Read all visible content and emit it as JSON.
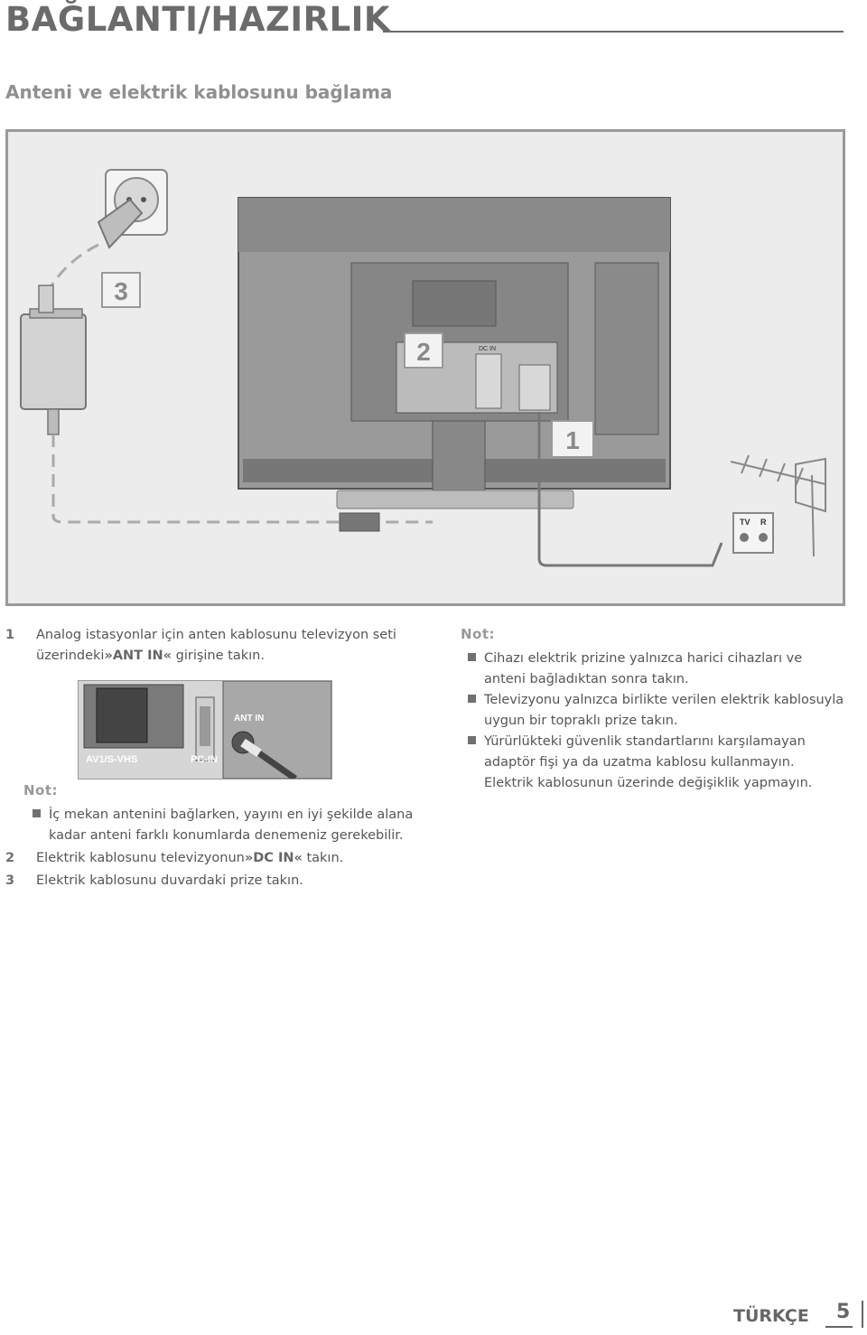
{
  "header": {
    "title": "BAĞLANTI/HAZIRLIK",
    "subtitle": "Anteni ve elektrik kablosunu bağlama"
  },
  "figure": {
    "callout_3": "3",
    "callout_2": "2",
    "callout_1": "1",
    "dc_in_label": "DC IN",
    "tv_socket_label": "TV",
    "r_socket_label": "R"
  },
  "inset": {
    "av_label": "AV1/S-VHS",
    "pc_label": "PC-IN",
    "ant_label": "ANT IN"
  },
  "steps": {
    "s1_num": "1",
    "s1_text_a": "Analog istasyonlar için anten kablosunu televizyon seti üzerindeki",
    "s1_strong": "»ANT IN«",
    "s1_text_b": " girişine takın.",
    "note_title": "Not:",
    "note_item": "İç mekan antenini bağlarken, yayını en iyi şekilde alana kadar anteni farklı konumlarda denemeniz gerekebilir.",
    "s2_num": "2",
    "s2_text_a": "Elektrik kablosunu televizyonun",
    "s2_strong": "»DC IN«",
    "s2_text_b": " takın.",
    "s3_num": "3",
    "s3_text": "Elektrik kablosunu duvardaki prize takın."
  },
  "right_note": {
    "title": "Not:",
    "items": [
      "Cihazı elektrik prizine yalnızca harici cihazları ve anteni bağladıktan sonra takın.",
      "Televizyonu yalnızca birlikte verilen elektrik kablosuyla uygun bir topraklı prize takın.",
      "Yürürlükteki güvenlik standartlarını karşılamayan adaptör fişi ya da uzatma kablosu kullanmayın. Elektrik kablosunun üzerinde değişiklik yapmayın."
    ]
  },
  "footer": {
    "language": "TÜRKÇE",
    "page": "5"
  }
}
